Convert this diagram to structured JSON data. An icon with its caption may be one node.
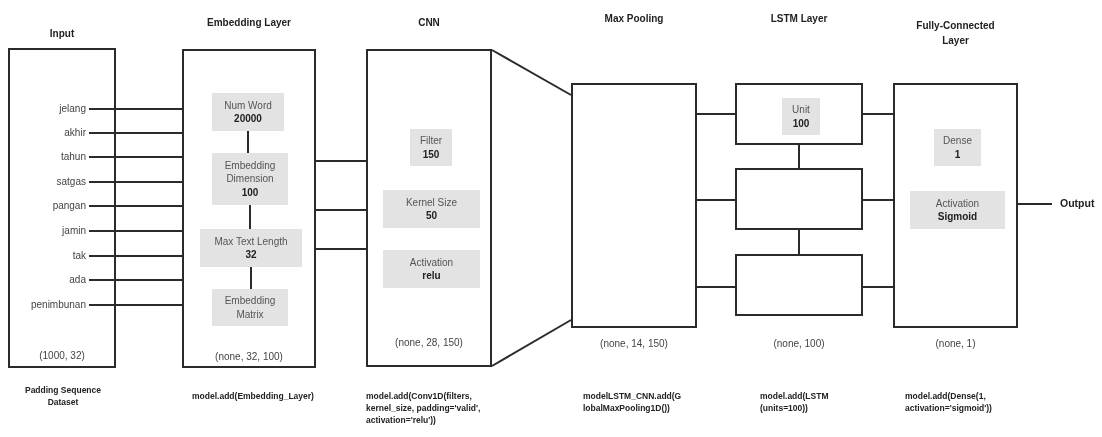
{
  "diagram": {
    "nodes": [
      {
        "text": [
          "Input",
          "(1000, 32)"
        ],
        "beside": [
          "Padding Sequence Dataset"
        ]
      },
      {
        "text": [
          "jelang"
        ],
        "in": 0
      },
      {
        "text": [
          "akhir"
        ],
        "in": 0
      },
      {
        "text": [
          "tahun"
        ],
        "in": 0
      },
      {
        "text": [
          "satgas"
        ],
        "in": 0
      },
      {
        "text": [
          "pangan"
        ],
        "in": 0
      },
      {
        "text": [
          "jamin"
        ],
        "in": 0
      },
      {
        "text": [
          "tak"
        ],
        "in": 0
      },
      {
        "text": [
          "ada"
        ],
        "in": 0
      },
      {
        "text": [
          "penimbunan"
        ],
        "in": 0
      },
      {
        "text": [
          "Embedding Layer",
          "(none, 32, 100)"
        ],
        "beside": [
          "model.add(Embedding_Layer)"
        ]
      },
      {
        "text": [
          "Num Word",
          "20000"
        ],
        "in": 10
      },
      {
        "text": [
          "Embedding Dimension",
          "100"
        ],
        "in": 10
      },
      {
        "text": [
          "Max Text Length",
          "32"
        ],
        "in": 10
      },
      {
        "text": [
          "Embedding Matrix"
        ],
        "in": 10
      },
      {
        "text": [
          "CNN",
          "(none, 28, 150)"
        ],
        "beside": [
          "model.add(Conv1D(filters, kernel_size, padding='valid', activation='relu'))"
        ]
      },
      {
        "text": [
          "Filter",
          "150"
        ],
        "in": 15
      },
      {
        "text": [
          "Kernel Size",
          "50"
        ],
        "in": 15
      },
      {
        "text": [
          "Activation",
          "relu"
        ],
        "in": 15
      },
      {
        "text": [],
        "shape": "box",
        "beside": [
          "(none, 14, 150)"
        ]
      },
      {
        "text": [],
        "shape": "box"
      },
      {
        "text": [
          "Unit",
          "100"
        ],
        "in": 20
      },
      {
        "text": [],
        "shape": "box"
      },
      {
        "text": [],
        "shape": "box"
      },
      {
        "text": [],
        "shape": "box",
        "beside": [
          "(none, 1)"
        ]
      },
      {
        "text": [
          "Dense",
          "1"
        ],
        "in": 24
      },
      {
        "text": [
          "Activation",
          "Sigmoid"
        ],
        "in": 24
      },
      {
        "text": [
          "Output"
        ]
      }
    ],
    "edges": [
      {
        "from": 1,
        "to": 10,
        "arrow": "none"
      },
      {
        "from": 2,
        "to": 10,
        "arrow": "none"
      },
      {
        "from": 3,
        "to": 10,
        "arrow": "none"
      },
      {
        "from": 4,
        "to": 10,
        "arrow": "none"
      },
      {
        "from": 5,
        "to": 10,
        "arrow": "none"
      },
      {
        "from": 6,
        "to": 10,
        "arrow": "none"
      },
      {
        "from": 7,
        "to": 10,
        "arrow": "none"
      },
      {
        "from": 8,
        "to": 10,
        "arrow": "none"
      },
      {
        "from": 9,
        "to": 10,
        "arrow": "none"
      },
      {
        "from": 11,
        "to": 12,
        "arrow": "none"
      },
      {
        "from": 12,
        "to": 13,
        "arrow": "none"
      },
      {
        "from": 13,
        "to": 14,
        "arrow": "none"
      },
      {
        "from": 10,
        "to": 15,
        "arrow": "none"
      },
      {
        "from": 10,
        "to": 15,
        "arrow": "none"
      },
      {
        "from": 10,
        "to": 15,
        "arrow": "none"
      },
      {
        "from": 15,
        "to": 19,
        "arrow": "none"
      },
      {
        "from": 15,
        "to": 19,
        "arrow": "none"
      },
      {
        "from": 19,
        "to": 20,
        "arrow": "none"
      },
      {
        "from": 19,
        "to": 22,
        "arrow": "none"
      },
      {
        "from": 19,
        "to": 23,
        "arrow": "none"
      },
      {
        "from": 20,
        "to": 22,
        "arrow": "none"
      },
      {
        "from": 22,
        "to": 23,
        "arrow": "none"
      },
      {
        "from": 20,
        "to": 24,
        "arrow": "none"
      },
      {
        "from": 22,
        "to": 24,
        "arrow": "none"
      },
      {
        "from": 23,
        "to": 24,
        "arrow": "none"
      },
      {
        "from": 24,
        "to": 27,
        "arrow": "none"
      }
    ],
    "labels": [
      "Max Pooling",
      "LSTM Layer",
      "Fully-Connected Layer",
      "(none, 100)",
      "modelLSTM_CNN.add(G lobalMaxPooling1D())",
      "model.add(LSTM (units=100))",
      "model.add(Dense(1, activation='sigmoid'))"
    ]
  }
}
